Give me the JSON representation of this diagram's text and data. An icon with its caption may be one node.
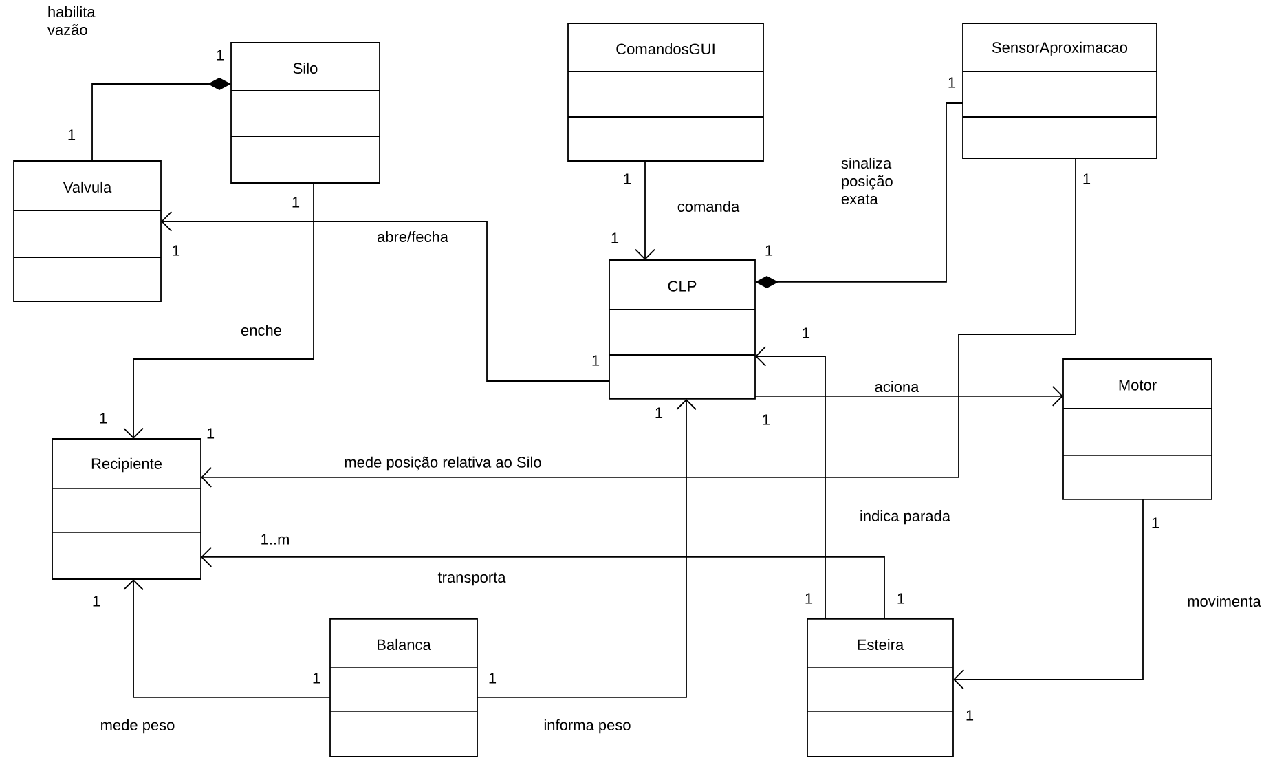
{
  "diagram": {
    "nodes": [
      {
        "text": [
          "Silo"
        ]
      },
      {
        "text": [
          "ComandosGUI"
        ]
      },
      {
        "text": [
          "SensorAproximacao"
        ]
      },
      {
        "text": [
          "Valvula"
        ]
      },
      {
        "text": [
          "CLP"
        ]
      },
      {
        "text": [
          "Motor"
        ]
      },
      {
        "text": [
          "Recipiente"
        ]
      },
      {
        "text": [
          "Balanca"
        ]
      },
      {
        "text": [
          "Esteira"
        ]
      }
    ],
    "edges": [
      {
        "from": 0,
        "to": 3,
        "arrow": "other",
        "label": "habilita vazão"
      },
      {
        "from": 4,
        "to": 3,
        "arrow": "to",
        "label": "abre/fecha"
      },
      {
        "from": 0,
        "to": 6,
        "arrow": "to",
        "label": "enche"
      },
      {
        "from": 1,
        "to": 4,
        "arrow": "to",
        "label": "comanda"
      },
      {
        "from": 4,
        "to": 2,
        "arrow": "other",
        "label": "sinaliza posição exata"
      },
      {
        "from": 2,
        "to": 6,
        "arrow": "to",
        "label": "mede posição relativa ao Silo"
      },
      {
        "from": 4,
        "to": 5,
        "arrow": "to",
        "label": "aciona"
      },
      {
        "from": 8,
        "to": 4,
        "arrow": "to",
        "label": "indica parada"
      },
      {
        "from": 8,
        "to": 6,
        "arrow": "to",
        "label": "transporta"
      },
      {
        "from": 7,
        "to": 6,
        "arrow": "to",
        "label": "mede peso"
      },
      {
        "from": 7,
        "to": 4,
        "arrow": "to",
        "label": "informa peso"
      },
      {
        "from": 5,
        "to": 8,
        "arrow": "to",
        "label": "movimenta"
      }
    ],
    "labels": [
      "1",
      "1",
      "1",
      "1",
      "1",
      "1",
      "1",
      "1",
      "1",
      "1",
      "1",
      "1",
      "1",
      "1",
      "1",
      "1",
      "1..m",
      "1",
      "1",
      "1",
      "1",
      "1",
      "1"
    ]
  }
}
